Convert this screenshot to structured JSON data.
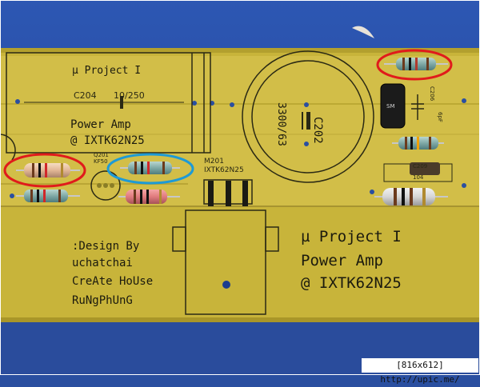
{
  "board": {
    "title_top": "µ Project I",
    "c204_label": "C204",
    "c204_value": "10/250",
    "power_amp_top": "Power Amp",
    "ixtk_top": "@ IXTK62N25",
    "q201_label": "Q201",
    "q201_part": "KF50",
    "m201_label": "M201",
    "m201_part": "IXTK62N25",
    "c202_label": "C202",
    "c202_value": "3300/63",
    "c206_label": "C206",
    "c206_value": "6pF",
    "c209_label": "C209",
    "c209_value": "104",
    "design_by": ":Design By",
    "author": "uchatchai",
    "create_house": "CreAte HoUse",
    "rungphung": "RuNgPhUnG",
    "title_big": "µ Project I",
    "power_amp_big": "Power Amp",
    "ixtk_big": "@ IXTK62N25"
  },
  "caption": "[816x612] http://upic.me/",
  "colors": {
    "pcb": "#c9b53a",
    "copper": "#d6c24b",
    "background_cloth": "#2a4fa0",
    "highlight_red": "#e01b1b",
    "highlight_blue": "#1d9ad6"
  }
}
